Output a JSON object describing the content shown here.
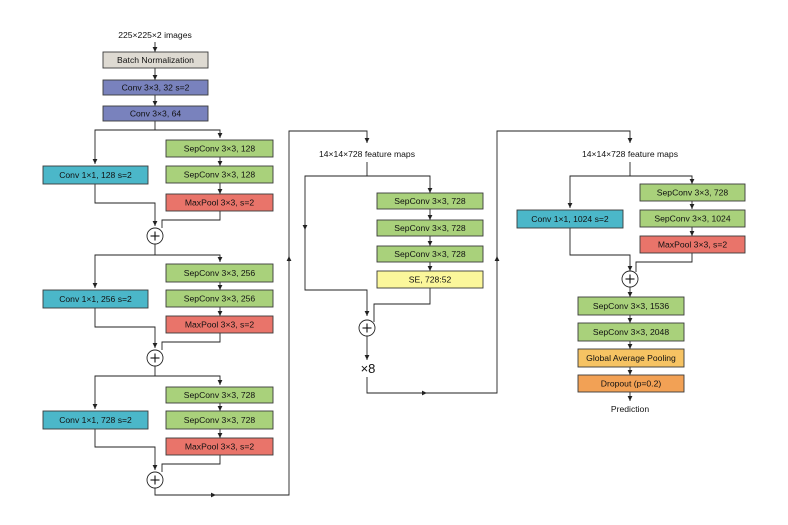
{
  "colors": {
    "batchnorm": "#dedad2",
    "conv_purple": "#7982bd",
    "conv_teal": "#4bb7c9",
    "sepconv": "#a9d17b",
    "maxpool": "#e9746a",
    "se": "#fbf79b",
    "pooling": "#f6c363",
    "dropout": "#f2a155"
  },
  "entry": {
    "input": "225×225×2 images",
    "batch_norm": "Batch Normalization",
    "conv1": "Conv 3×3, 32 s=2",
    "conv2": "Conv 3×3, 64",
    "block1": {
      "skip": "Conv 1×1, 128 s=2",
      "sep1": "SepConv 3×3, 128",
      "sep2": "SepConv 3×3, 128",
      "pool": "MaxPool 3×3, s=2"
    },
    "block2": {
      "skip": "Conv 1×1, 256 s=2",
      "sep1": "SepConv 3×3, 256",
      "sep2": "SepConv 3×3, 256",
      "pool": "MaxPool 3×3, s=2"
    },
    "block3": {
      "skip": "Conv 1×1, 728 s=2",
      "sep1": "SepConv 3×3, 728",
      "sep2": "SepConv 3×3, 728",
      "pool": "MaxPool 3×3, s=2"
    }
  },
  "middle": {
    "title": "14×14×728 feature maps",
    "sep1": "SepConv 3×3, 728",
    "sep2": "SepConv 3×3, 728",
    "sep3": "SepConv 3×3, 728",
    "se": "SE, 728:52",
    "repeat": "×8"
  },
  "exit": {
    "title": "14×14×728 feature maps",
    "skip": "Conv 1×1, 1024 s=2",
    "sep1": "SepConv 3×3, 728",
    "sep2": "SepConv 3×3, 1024",
    "pool": "MaxPool 3×3, s=2",
    "sep3": "SepConv 3×3, 1536",
    "sep4": "SepConv 3×3, 2048",
    "gap": "Global Average Pooling",
    "dropout": "Dropout (p=0.2)",
    "output": "Prediction"
  }
}
